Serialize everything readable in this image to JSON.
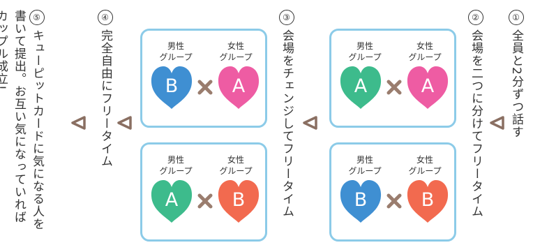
{
  "steps": [
    {
      "num": "①",
      "text": "全員と2分ずつ話す"
    },
    {
      "num": "②",
      "text": "会場を二つに分けてフリータイム"
    },
    {
      "num": "③",
      "text": "会場をチェンジしてフリータイム"
    },
    {
      "num": "④",
      "text": "完全自由にフリータイム"
    },
    {
      "num": "⑤",
      "text": "キューピットカードに気になる人を\n書いて提出。お互い気になっていれば\nカップル成立!"
    }
  ],
  "boxes": [
    {
      "male_label": "男性\nグループ",
      "female_label": "女性\nグループ",
      "male_letter": "A",
      "female_letter": "A",
      "male_color": "#3dbb8c",
      "female_color": "#ee5ca3"
    },
    {
      "male_label": "男性\nグループ",
      "female_label": "女性\nグループ",
      "male_letter": "B",
      "female_letter": "B",
      "male_color": "#3f8fd2",
      "female_color": "#f26a4f"
    },
    {
      "male_label": "男性\nグループ",
      "female_label": "女性\nグループ",
      "male_letter": "B",
      "female_letter": "A",
      "male_color": "#3f8fd2",
      "female_color": "#ee5ca3"
    },
    {
      "male_label": "男性\nグループ",
      "female_label": "女性\nグループ",
      "male_letter": "A",
      "female_letter": "B",
      "male_color": "#3dbb8c",
      "female_color": "#f26a4f"
    }
  ],
  "colors": {
    "box_border": "#8ccbe8",
    "times": "#9a7d6e",
    "arrow": "#8a6f62",
    "text": "#333333"
  }
}
